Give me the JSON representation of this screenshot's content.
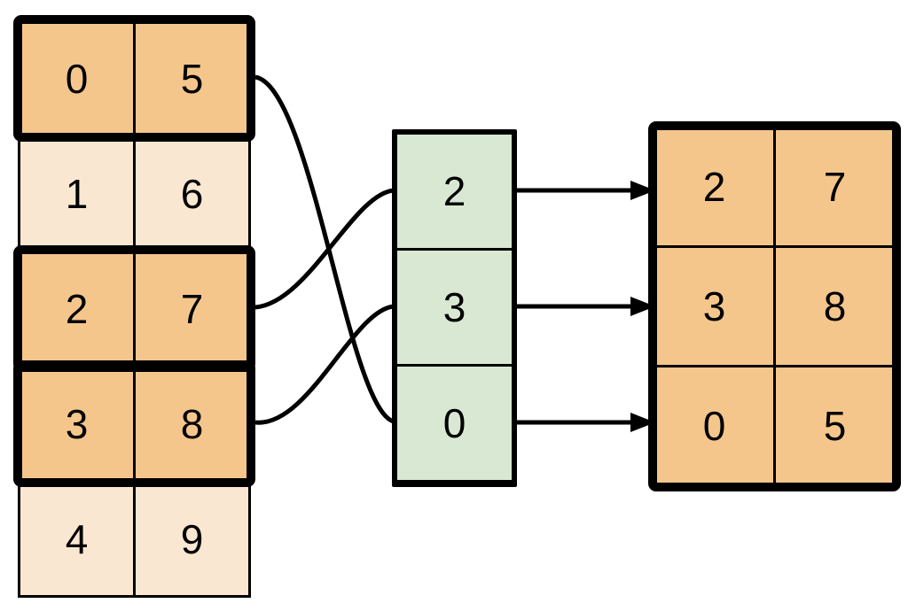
{
  "diagram": {
    "description_visible": "",
    "colors": {
      "highlight_fill": "#F5C68C",
      "muted_fill": "#FAE7D1",
      "index_fill": "#D8E8D2",
      "stroke": "#000000",
      "background": "#FFFFFF"
    },
    "source_table": {
      "columns": 2,
      "rows": [
        {
          "cells": [
            "0",
            "5"
          ],
          "highlighted": true
        },
        {
          "cells": [
            "1",
            "6"
          ],
          "highlighted": false
        },
        {
          "cells": [
            "2",
            "7"
          ],
          "highlighted": true
        },
        {
          "cells": [
            "3",
            "8"
          ],
          "highlighted": true
        },
        {
          "cells": [
            "4",
            "9"
          ],
          "highlighted": false
        }
      ]
    },
    "index_column": {
      "values": [
        "2",
        "3",
        "0"
      ]
    },
    "result_table": {
      "columns": 2,
      "rows": [
        [
          "2",
          "7"
        ],
        [
          "3",
          "8"
        ],
        [
          "0",
          "5"
        ]
      ]
    },
    "curved_links": [
      {
        "from_source_row": 0,
        "to_index_position": 2
      },
      {
        "from_source_row": 2,
        "to_index_position": 0
      },
      {
        "from_source_row": 3,
        "to_index_position": 1
      }
    ],
    "arrows": [
      {
        "from_index_position": 0,
        "to_result_row": 0
      },
      {
        "from_index_position": 1,
        "to_result_row": 1
      },
      {
        "from_index_position": 2,
        "to_result_row": 2
      }
    ]
  }
}
